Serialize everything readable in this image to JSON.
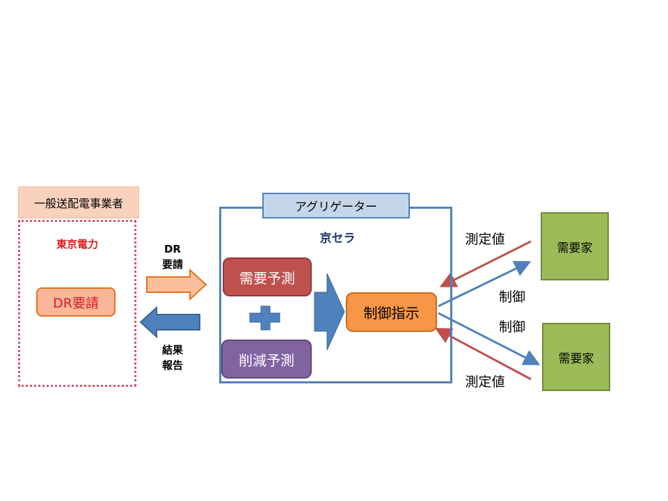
{
  "left_panel": {
    "header": "一般送配電事業者",
    "company": "東京電力",
    "request_box": "DR要請"
  },
  "flow_labels": {
    "dr_request_line1": "DR",
    "dr_request_line2": "要請",
    "result_line1": "結果",
    "result_line2": "報告"
  },
  "aggregator": {
    "title": "アグリゲーター",
    "company": "京セラ",
    "demand_forecast": "需要予測",
    "reduction_forecast": "削減予測",
    "control_instruction": "制御指示"
  },
  "consumers": [
    {
      "label": "需要家"
    },
    {
      "label": "需要家"
    }
  ],
  "edge_labels": {
    "measurement_top": "測定値",
    "control_top": "制御",
    "control_bottom": "制御",
    "measurement_bottom": "測定値"
  },
  "colors": {
    "red_arrow": "#c0504d",
    "blue_arrow": "#4f81bd",
    "orange_arrow_fill": "#fbbf9d",
    "orange_arrow_stroke": "#e7701f"
  }
}
